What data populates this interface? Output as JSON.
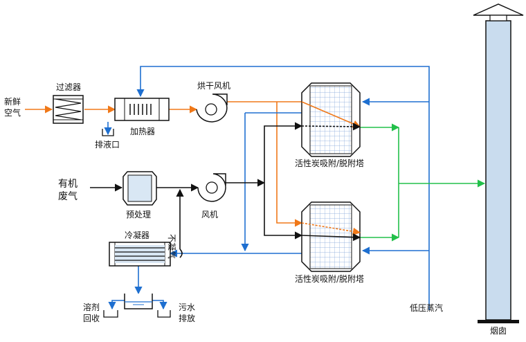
{
  "labels": {
    "fresh_air_line1": "新鲜",
    "fresh_air_line2": "空气",
    "filter": "过滤器",
    "heater": "加热器",
    "drain_outlet": "排液口",
    "drying_fan": "烘干风机",
    "organic_gas_line1": "有机",
    "organic_gas_line2": "废气",
    "pretreatment": "预处理",
    "fan": "风机",
    "condenser": "冷凝器",
    "non_condensable": "不凝气",
    "tower_top": "活性炭吸附/脱附塔",
    "tower_bottom": "活性炭吸附/脱附塔",
    "solvent_line1": "溶剂",
    "solvent_line2": "回收",
    "wastewater_line1": "污水",
    "wastewater_line2": "排放",
    "steam": "低压蒸汽",
    "chimney": "烟囱"
  },
  "colors": {
    "hot_air": "#f07818",
    "steam": "#1e6fd0",
    "clean_air": "#22c04a",
    "gas": "#111111",
    "equipment_fill": "#d9e7f4",
    "chimney_fill": "#c9dcee"
  }
}
